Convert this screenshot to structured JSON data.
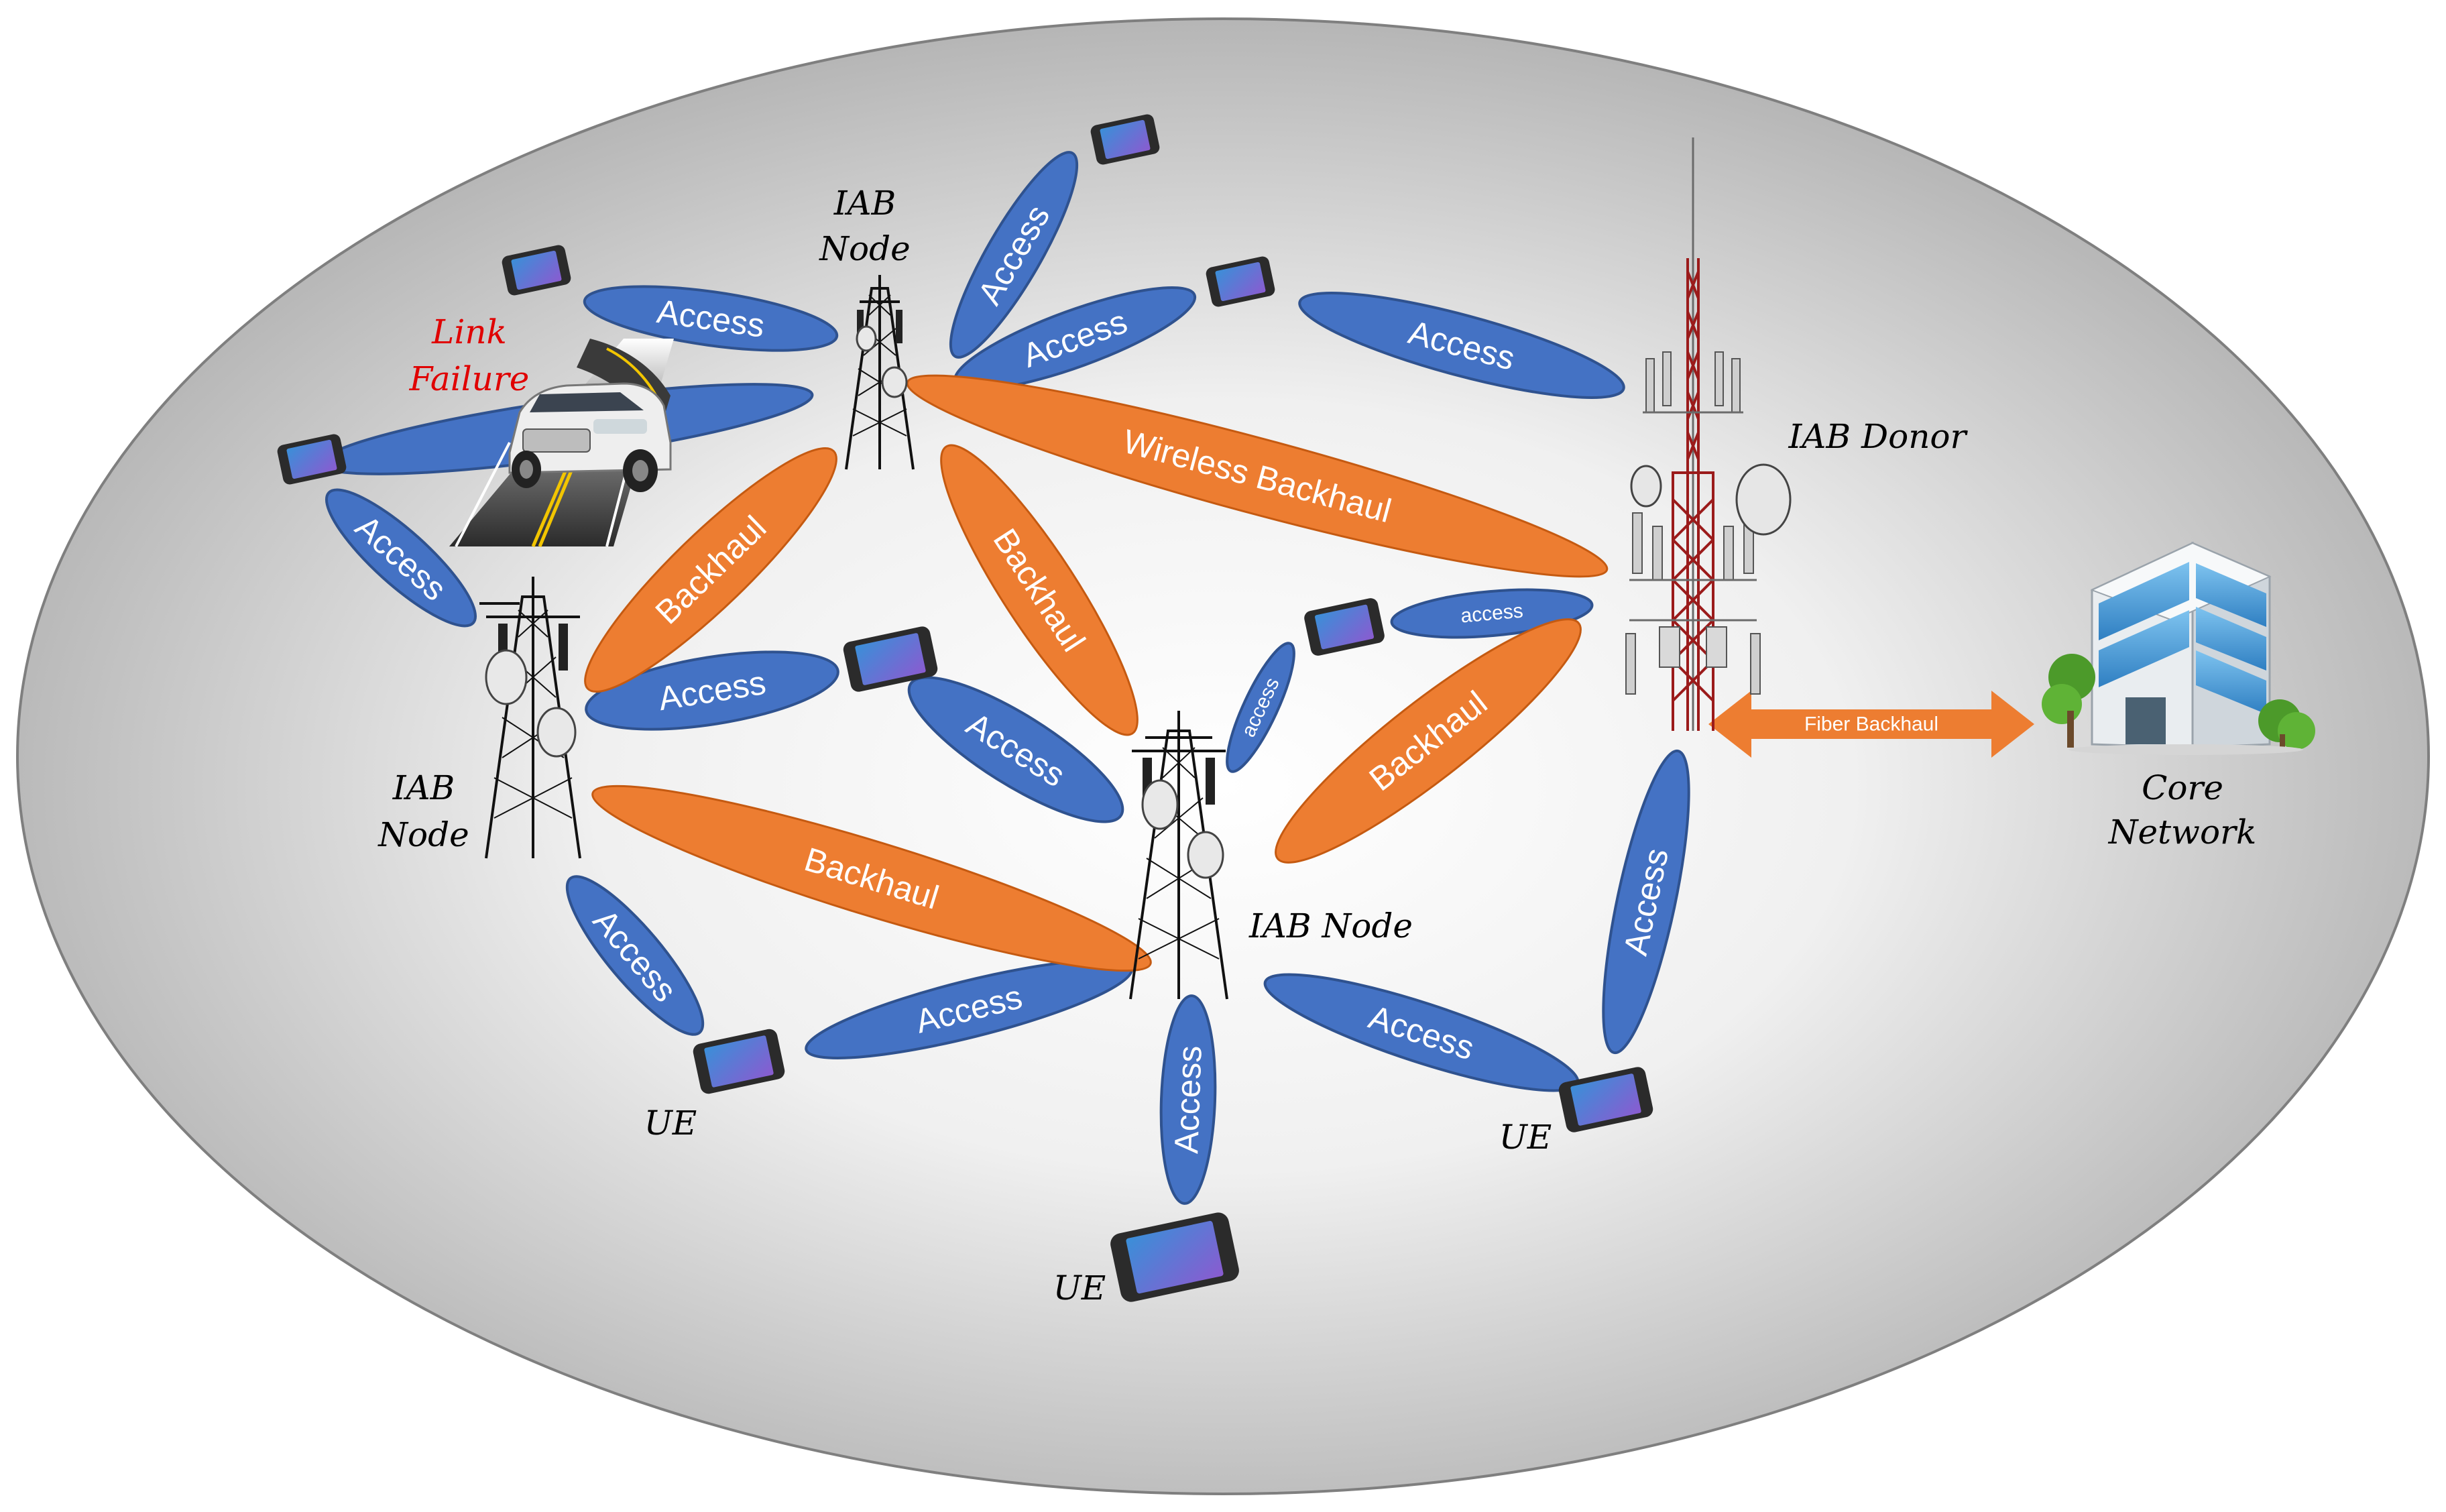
{
  "labels": {
    "iab_node_top": [
      "IAB",
      "Node"
    ],
    "iab_node_left": [
      "IAB",
      "Node"
    ],
    "iab_node_center": "IAB Node",
    "iab_donor": "IAB Donor",
    "core_network": [
      "Core",
      "Network"
    ],
    "link_failure": [
      "Link",
      "Failure"
    ],
    "ue_left": "UE",
    "ue_bottom": "UE",
    "ue_right": "UE"
  },
  "links": {
    "access": "Access",
    "access_small": "access",
    "backhaul": "Backhaul",
    "wireless_backhaul": "Wireless Backhaul",
    "fiber_backhaul": "Fiber Backhaul"
  },
  "colors": {
    "access_beam": "#4472c4",
    "backhaul_beam": "#ed7d31",
    "failure_text": "#e00000",
    "background_outer": "#a6a6a6",
    "background_inner": "#ffffff"
  },
  "icons": [
    "cell-tower-icon",
    "donor-tower-icon",
    "smartphone-icon",
    "car-on-road-icon",
    "office-building-icon"
  ]
}
